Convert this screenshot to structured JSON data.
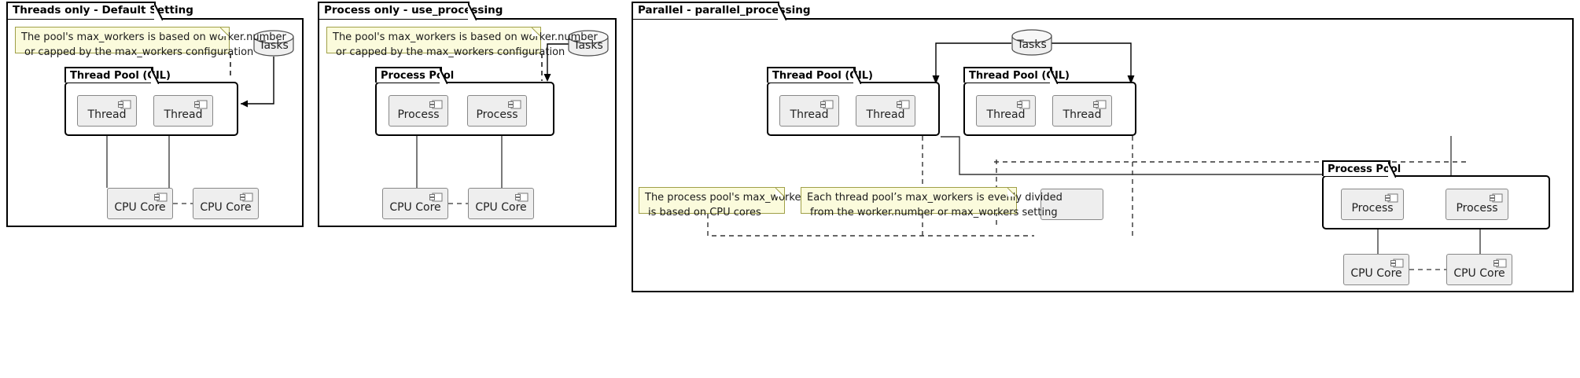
{
  "diagram": {
    "title": "Python worker pool concurrency modes",
    "colors": {
      "component_fill": "#eeeeee",
      "component_stroke": "#888888",
      "note_fill": "#fbfbdc",
      "note_stroke": "#a0a048",
      "frame_stroke": "#000000",
      "background": "#ffffff"
    }
  },
  "panels": [
    {
      "id": "threads-only",
      "title": "Threads only - Default Setting",
      "note": {
        "lines": [
          "The pool's max_workers is based on worker.number",
          "or capped by the max_workers configuration"
        ]
      },
      "queue": {
        "label": "Tasks",
        "icon": "database-icon"
      },
      "pool": {
        "title": "Thread Pool (GIL)",
        "workers": [
          {
            "label": "Thread",
            "icon": "component-icon"
          },
          {
            "label": "Thread",
            "icon": "component-icon"
          }
        ]
      },
      "cores": [
        {
          "label": "CPU Core",
          "icon": "component-icon"
        },
        {
          "label": "CPU Core",
          "icon": "component-icon"
        }
      ]
    },
    {
      "id": "process-only",
      "title": "Process only - use_processing",
      "note": {
        "lines": [
          "The pool's max_workers is based on worker.number",
          "or capped by the max_workers configuration"
        ]
      },
      "queue": {
        "label": "Tasks",
        "icon": "database-icon"
      },
      "pool": {
        "title": "Process Pool",
        "workers": [
          {
            "label": "Process",
            "icon": "component-icon"
          },
          {
            "label": "Process",
            "icon": "component-icon"
          }
        ]
      },
      "cores": [
        {
          "label": "CPU Core",
          "icon": "component-icon"
        },
        {
          "label": "CPU Core",
          "icon": "component-icon"
        }
      ]
    },
    {
      "id": "parallel",
      "title": "Parallel - parallel_processing",
      "queue": {
        "label": "Tasks",
        "icon": "database-icon"
      },
      "notes": [
        {
          "id": "process-pool-note",
          "lines": [
            "The process pool's max_workers",
            "is based on CPU cores"
          ]
        },
        {
          "id": "thread-pool-note",
          "lines": [
            "Each thread pool’s max_workers is evenly divided",
            "from the worker.number or max_workers setting"
          ]
        }
      ],
      "thread_pools": [
        {
          "title": "Thread Pool (GIL)",
          "workers": [
            {
              "label": "Thread",
              "icon": "component-icon"
            },
            {
              "label": "Thread",
              "icon": "component-icon"
            }
          ]
        },
        {
          "title": "Thread Pool (GIL)",
          "workers": [
            {
              "label": "Thread",
              "icon": "component-icon"
            },
            {
              "label": "Thread",
              "icon": "component-icon"
            }
          ]
        }
      ],
      "process_pool": {
        "title": "Process Pool",
        "workers": [
          {
            "label": "Process",
            "icon": "component-icon"
          },
          {
            "label": "Process",
            "icon": "component-icon"
          }
        ]
      },
      "cores": [
        {
          "label": "CPU Core",
          "icon": "component-icon"
        },
        {
          "label": "CPU Core",
          "icon": "component-icon"
        }
      ]
    }
  ]
}
